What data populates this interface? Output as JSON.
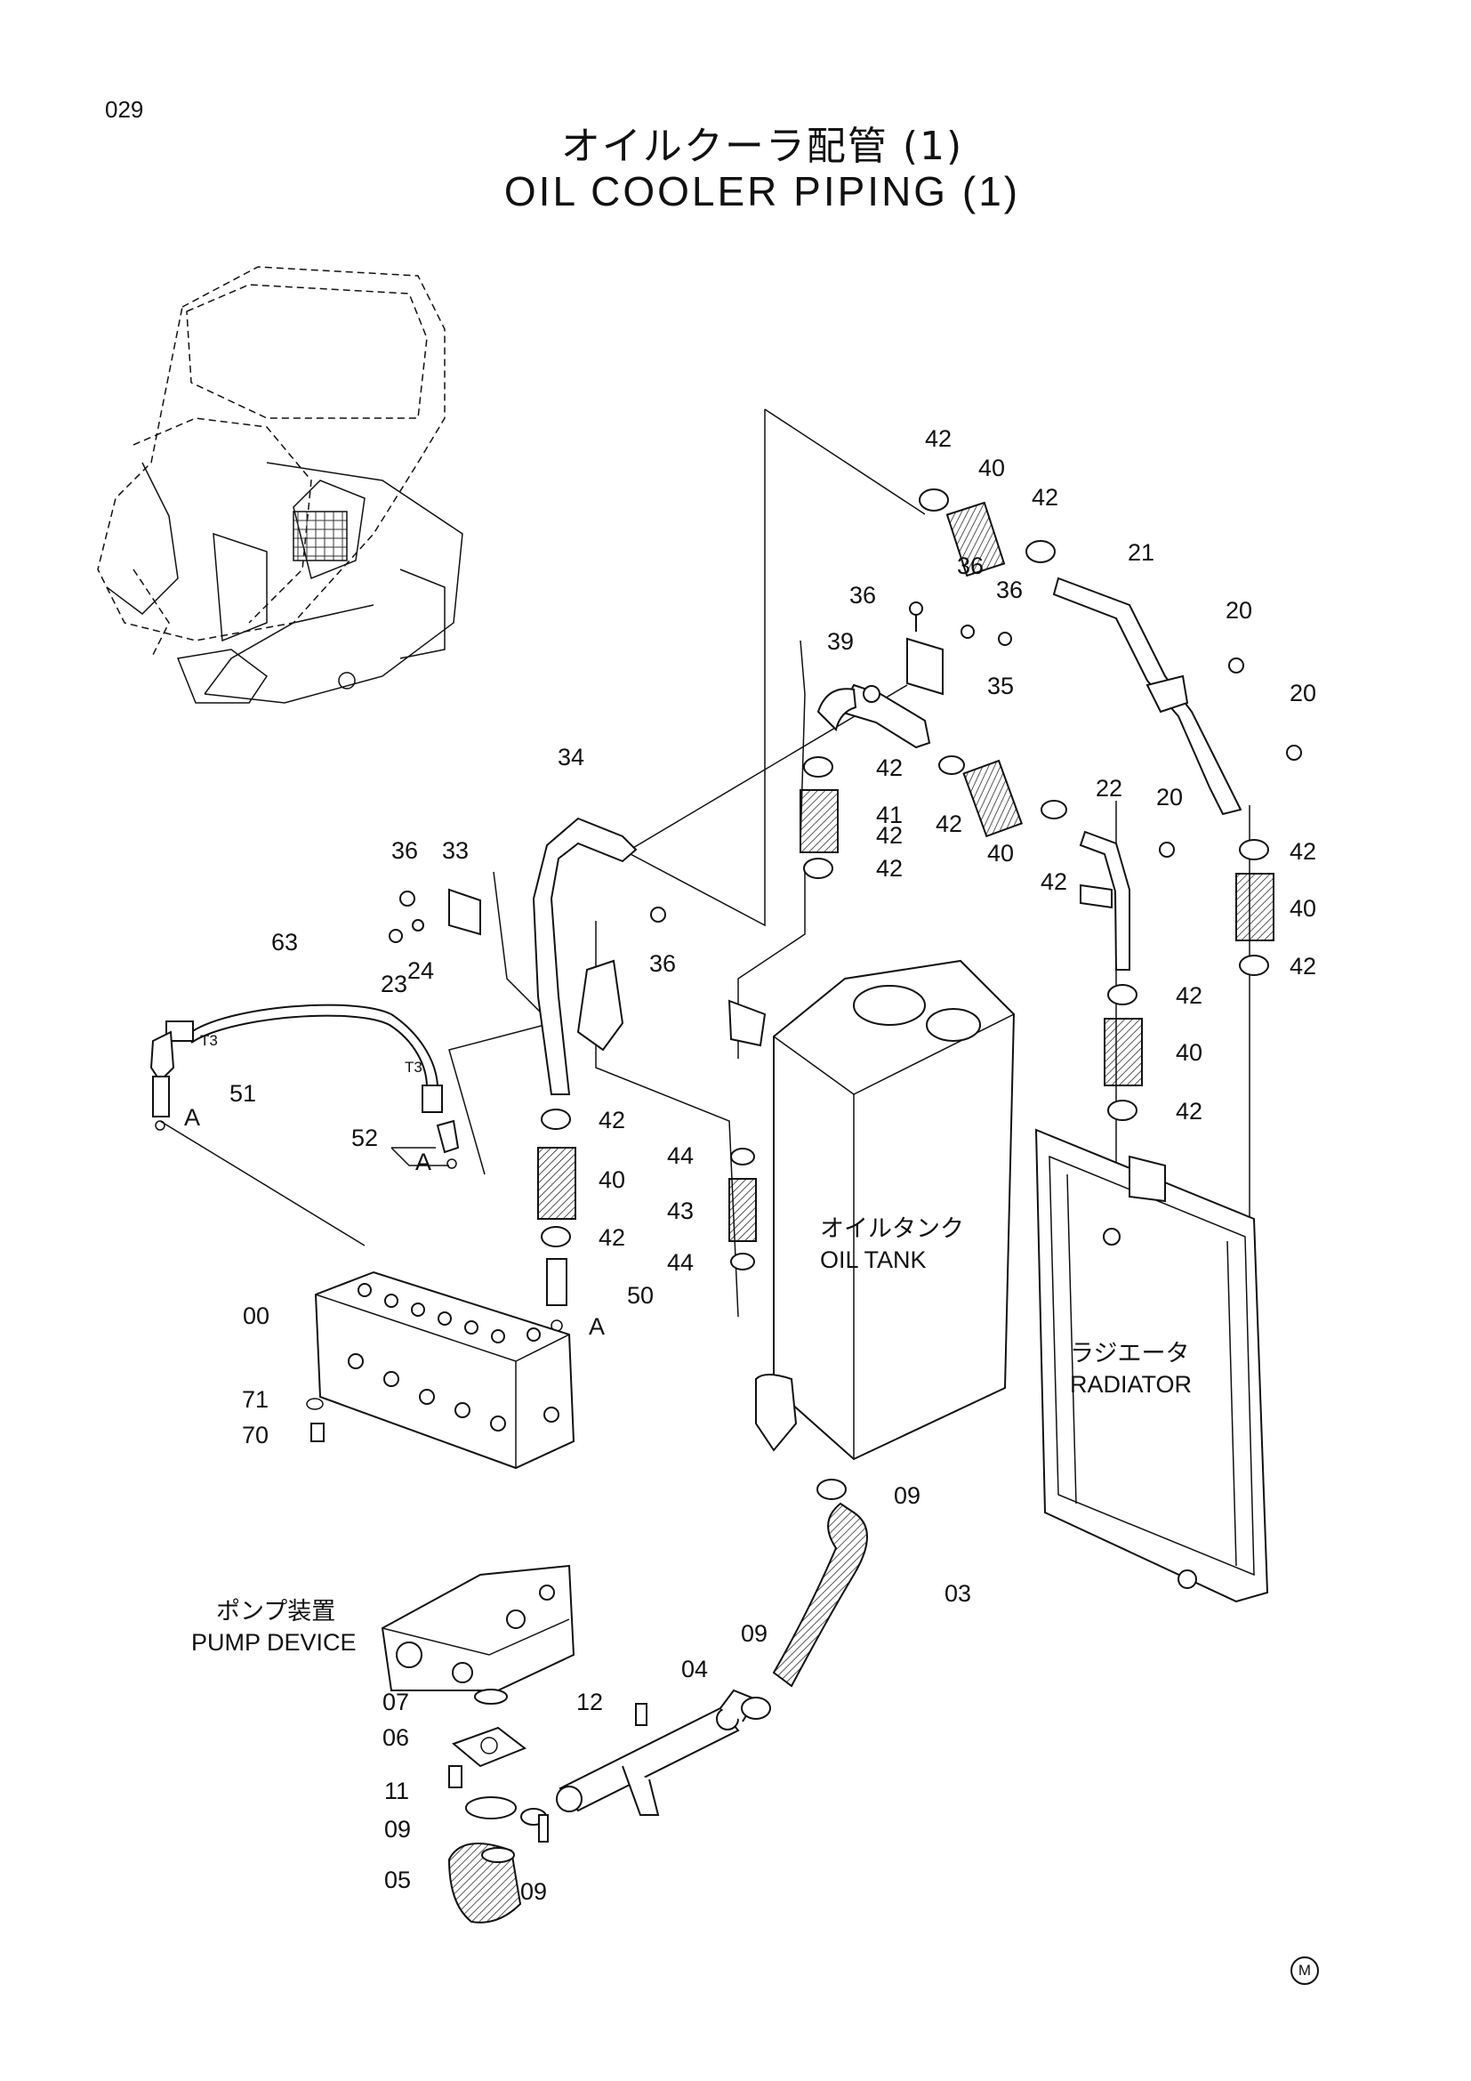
{
  "header": {
    "page_number": "029",
    "title_jp": "オイルクーラ配管 (1)",
    "title_en": "OIL COOLER PIPING (1)"
  },
  "captions": {
    "oil_tank_jp": "オイルタンク",
    "oil_tank_en": "OIL TANK",
    "radiator_jp": "ラジエータ",
    "radiator_en": "RADIATOR",
    "pump_jp": "ポンプ装置",
    "pump_en": "PUMP DEVICE"
  },
  "marks": {
    "t3_a": "T3",
    "t3_b": "T3",
    "detail_a1": "A",
    "detail_a2": "A",
    "detail_a3": "A"
  },
  "callouts": [
    "42",
    "40",
    "42",
    "21",
    "36",
    "36",
    "36",
    "39",
    "35",
    "20",
    "20",
    "42",
    "42",
    "40",
    "42",
    "41",
    "42",
    "22",
    "20",
    "42",
    "42",
    "40",
    "42",
    "34",
    "36",
    "33",
    "24",
    "23",
    "36",
    "63",
    "51",
    "52",
    "42",
    "40",
    "42",
    "44",
    "43",
    "44",
    "50",
    "00",
    "71",
    "70",
    "09",
    "03",
    "09",
    "04",
    "12",
    "07",
    "06",
    "11",
    "09",
    "05",
    "09",
    "42",
    "40",
    "42"
  ],
  "footer": {
    "mark": "M"
  }
}
